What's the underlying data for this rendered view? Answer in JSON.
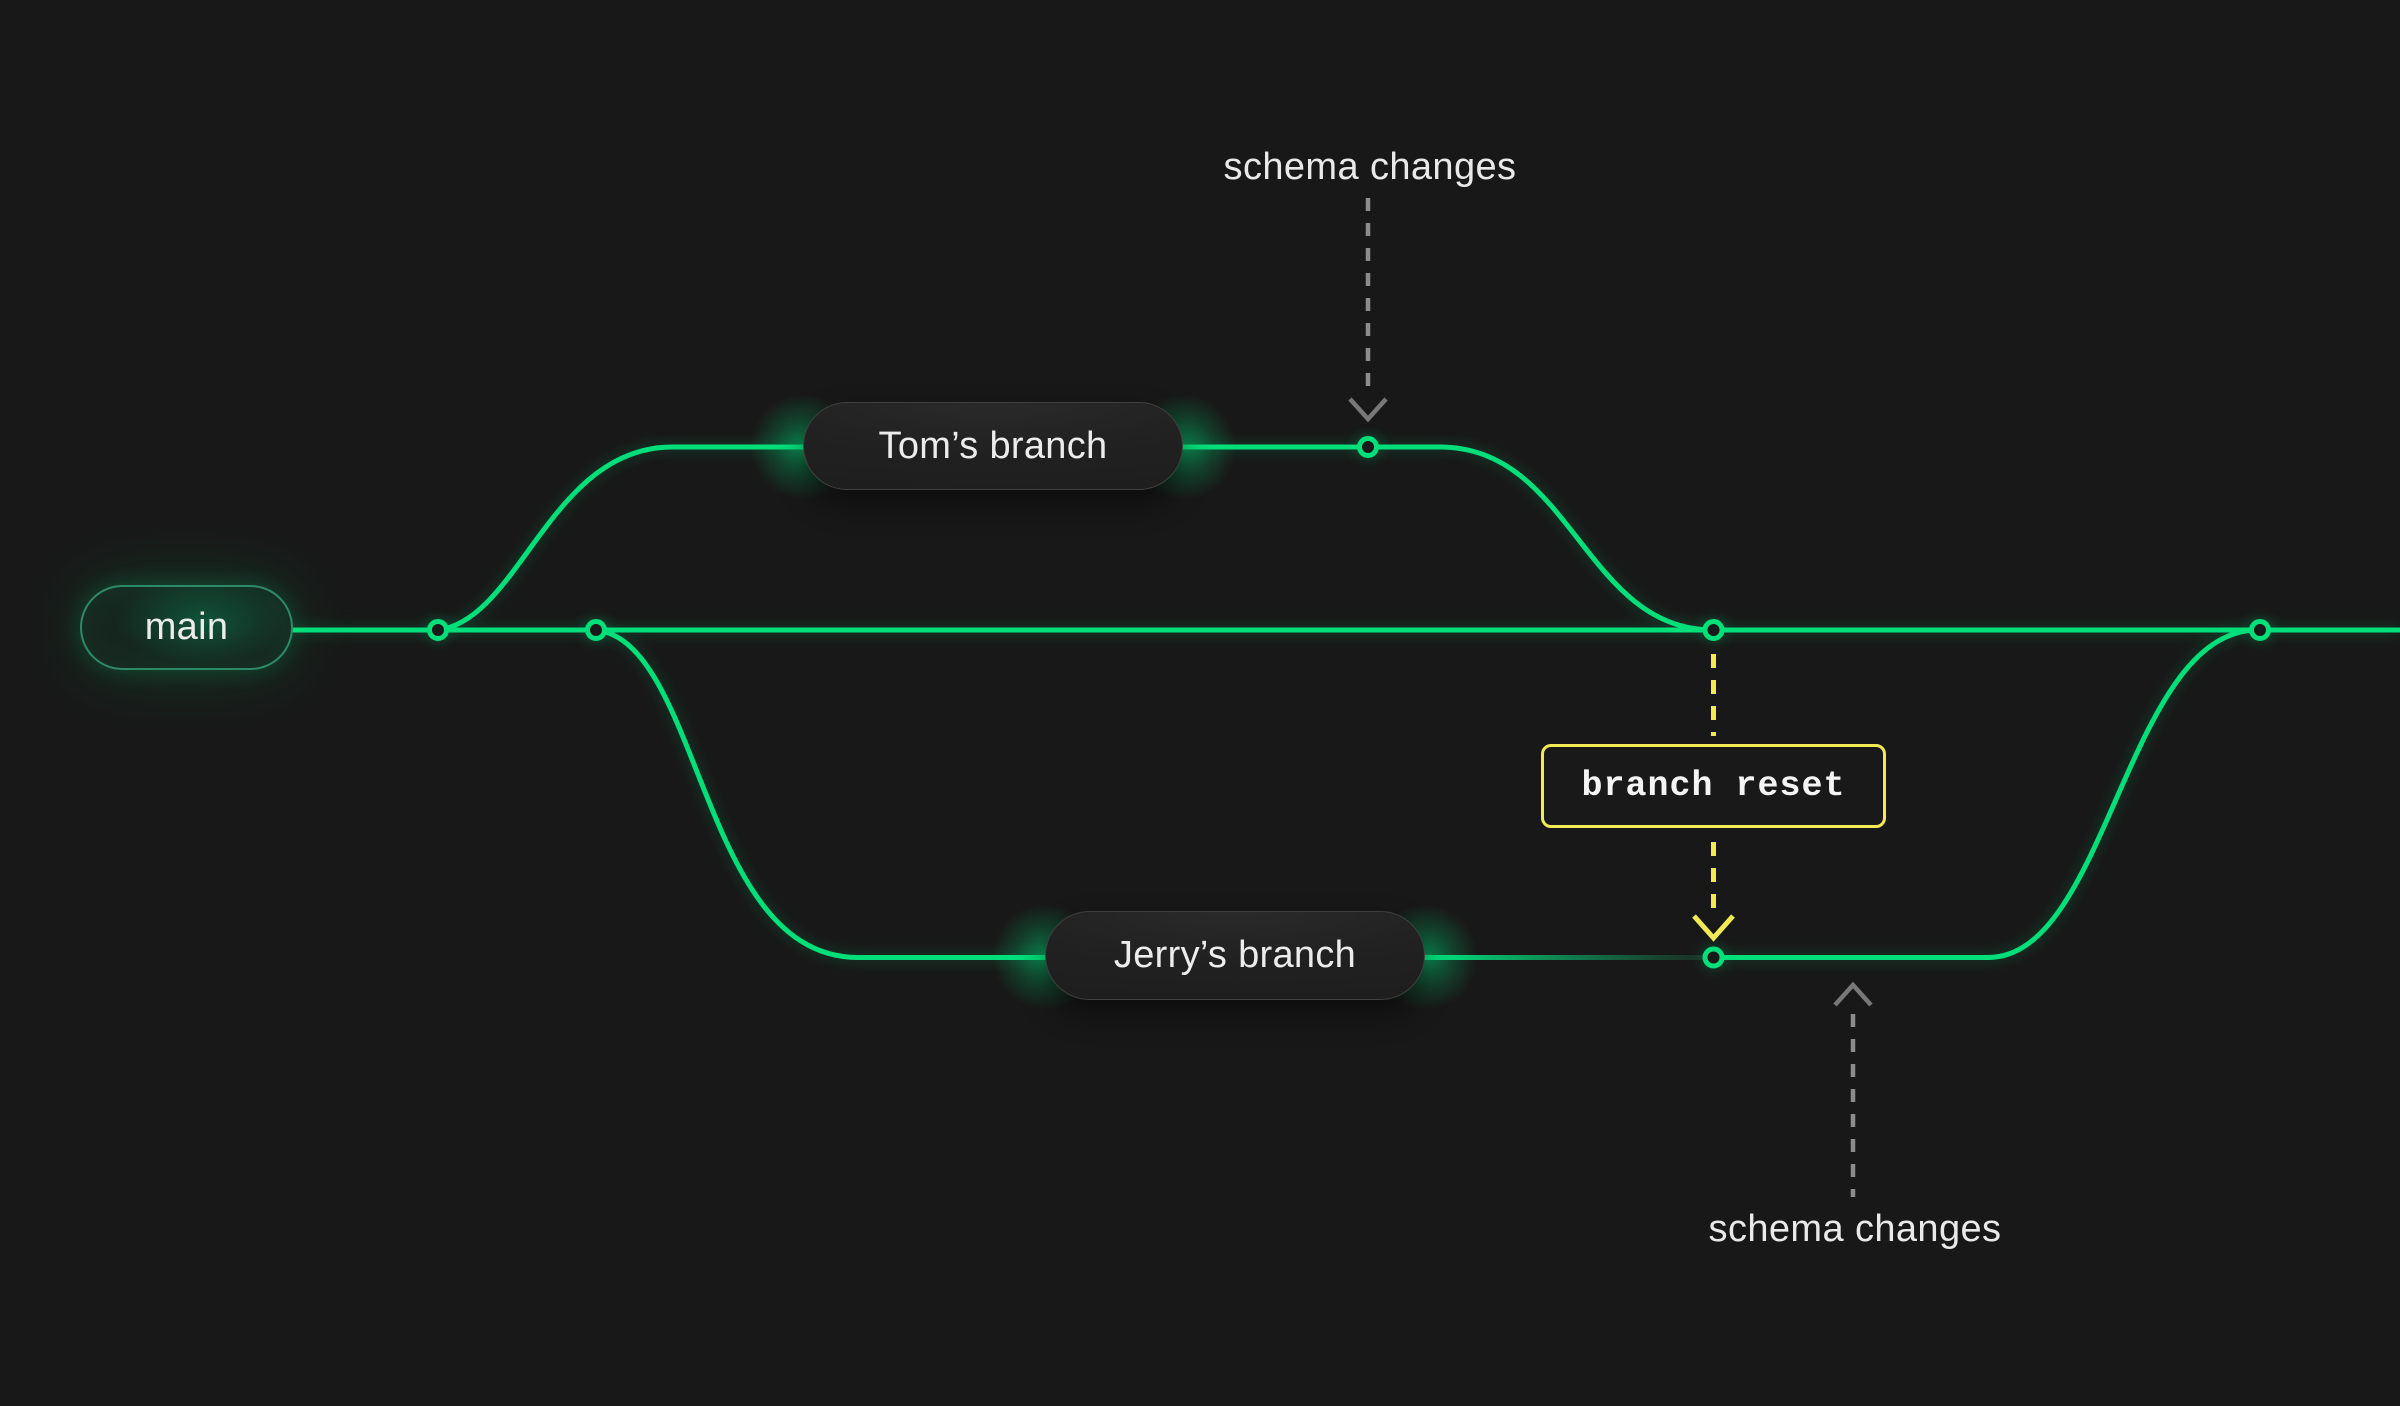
{
  "colors": {
    "background": "#181818",
    "branch_green": "#00df7a",
    "reset_yellow": "#f1ea55",
    "annotation_gray": "#8c8c8c",
    "arrowhead_gray": "#787878",
    "label_text": "#ececec"
  },
  "labels": {
    "main_branch": "main",
    "tom_branch": "Tom’s branch",
    "jerry_branch": "Jerry’s branch"
  },
  "annotations": {
    "branch_reset": "branch reset",
    "schema_changes_top": "schema changes",
    "schema_changes_bottom": "schema changes"
  }
}
